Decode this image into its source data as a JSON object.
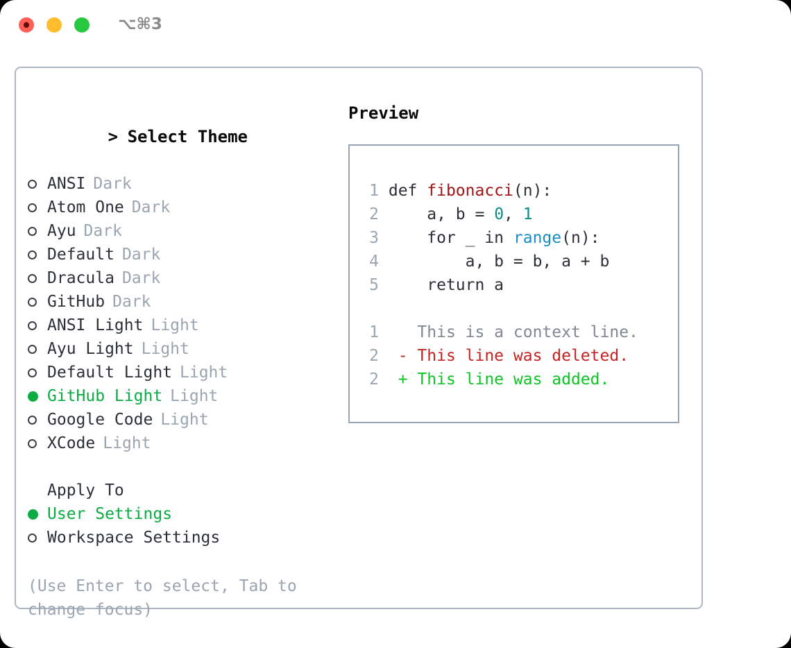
{
  "titlebar": {
    "shortcut": "⌥⌘3",
    "buttons": [
      {
        "name": "close",
        "color": "#ff5f57"
      },
      {
        "name": "minimize",
        "color": "#ffbd2e"
      },
      {
        "name": "maximize",
        "color": "#28c840"
      }
    ]
  },
  "theme_panel": {
    "header": "Select Theme",
    "caret": ">",
    "options": [
      {
        "label": "ANSI",
        "tag": "Dark",
        "selected": false
      },
      {
        "label": "Atom One",
        "tag": "Dark",
        "selected": false
      },
      {
        "label": "Ayu",
        "tag": "Dark",
        "selected": false
      },
      {
        "label": "Default",
        "tag": "Dark",
        "selected": false
      },
      {
        "label": "Dracula",
        "tag": "Dark",
        "selected": false
      },
      {
        "label": "GitHub",
        "tag": "Dark",
        "selected": false
      },
      {
        "label": "ANSI Light",
        "tag": "Light",
        "selected": false
      },
      {
        "label": "Ayu Light",
        "tag": "Light",
        "selected": false
      },
      {
        "label": "Default Light",
        "tag": "Light",
        "selected": false
      },
      {
        "label": "GitHub Light",
        "tag": "Light",
        "selected": true
      },
      {
        "label": "Google Code",
        "tag": "Light",
        "selected": false
      },
      {
        "label": "XCode",
        "tag": "Light",
        "selected": false
      }
    ]
  },
  "apply_to": {
    "header": "Apply To",
    "options": [
      {
        "label": "User Settings",
        "selected": true
      },
      {
        "label": "Workspace Settings",
        "selected": false
      }
    ]
  },
  "hint": "(Use Enter to select, Tab to change focus)",
  "preview": {
    "title": "Preview",
    "code_lines": [
      {
        "num": "1",
        "tokens": [
          {
            "text": "def ",
            "cls": "k-def"
          },
          {
            "text": "fibonacci",
            "cls": "k-fn"
          },
          {
            "text": "(n):",
            "cls": "k-punct"
          }
        ]
      },
      {
        "num": "2",
        "tokens": [
          {
            "text": "    a, b = ",
            "cls": "k-plain"
          },
          {
            "text": "0",
            "cls": "k-num"
          },
          {
            "text": ", ",
            "cls": "k-plain"
          },
          {
            "text": "1",
            "cls": "k-num"
          }
        ]
      },
      {
        "num": "3",
        "tokens": [
          {
            "text": "    for _ in ",
            "cls": "k-plain"
          },
          {
            "text": "range",
            "cls": "k-builtin"
          },
          {
            "text": "(n):",
            "cls": "k-punct"
          }
        ]
      },
      {
        "num": "4",
        "tokens": [
          {
            "text": "        a, b = b, a + b",
            "cls": "k-plain"
          }
        ]
      },
      {
        "num": "5",
        "tokens": [
          {
            "text": "    return a",
            "cls": "k-plain"
          }
        ]
      }
    ],
    "diff_lines": [
      {
        "num": "1",
        "marker": " ",
        "text": " This is a context line.",
        "cls": "d-ctx"
      },
      {
        "num": "2",
        "marker": "-",
        "text": " This line was deleted.",
        "cls": "d-del"
      },
      {
        "num": "2",
        "marker": "+",
        "text": " This line was added.",
        "cls": "d-add"
      }
    ]
  },
  "colors": {
    "accent_green": "#0aab43",
    "muted": "#9aa5b1",
    "text": "#2b2f36",
    "border": "#aeb7c4",
    "preview_border": "#98a2b0",
    "fn_red": "#a31515",
    "number_teal": "#0d8b8b",
    "builtin_blue": "#1a8cc8",
    "diff_delete": "#c62222",
    "diff_add": "#0ec425"
  }
}
